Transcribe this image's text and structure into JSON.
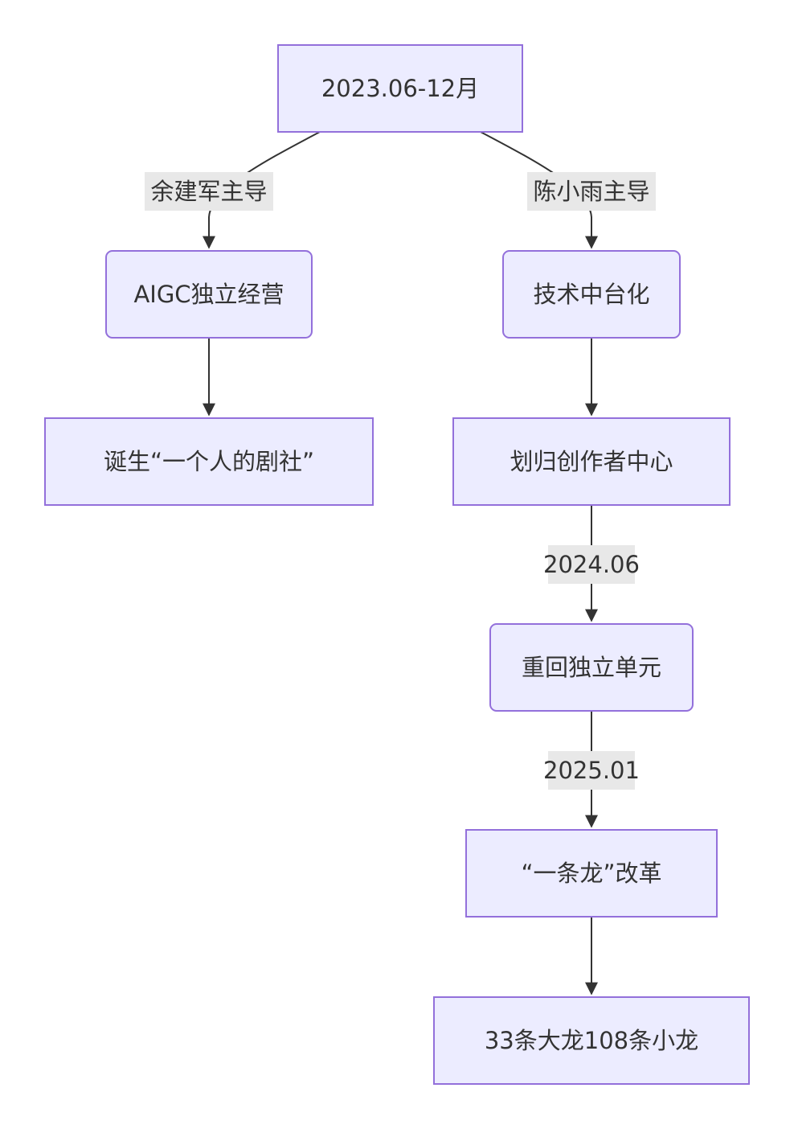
{
  "nodes": [
    {
      "id": "n_start",
      "label": "2023.06-12月"
    },
    {
      "id": "n_aigc",
      "label": "AIGC独立经营"
    },
    {
      "id": "n_tech",
      "label": "技术中台化"
    },
    {
      "id": "n_solo",
      "label": "诞生“一个人的剧社”"
    },
    {
      "id": "n_creator",
      "label": "划归创作者中心"
    },
    {
      "id": "n_back",
      "label": "重回独立单元"
    },
    {
      "id": "n_dragon",
      "label": "“一条龙”改革"
    },
    {
      "id": "n_result",
      "label": "33条大龙108条小龙"
    }
  ],
  "edges": [
    {
      "id": "e1",
      "from": "n_start",
      "to": "n_aigc",
      "label": "余建军主导"
    },
    {
      "id": "e2",
      "from": "n_start",
      "to": "n_tech",
      "label": "陈小雨主导"
    },
    {
      "id": "e3",
      "from": "n_aigc",
      "to": "n_solo",
      "label": ""
    },
    {
      "id": "e4",
      "from": "n_tech",
      "to": "n_creator",
      "label": ""
    },
    {
      "id": "e5",
      "from": "n_creator",
      "to": "n_back",
      "label": "2024.06"
    },
    {
      "id": "e6",
      "from": "n_back",
      "to": "n_dragon",
      "label": "2025.01"
    },
    {
      "id": "e7",
      "from": "n_dragon",
      "to": "n_result",
      "label": ""
    }
  ]
}
